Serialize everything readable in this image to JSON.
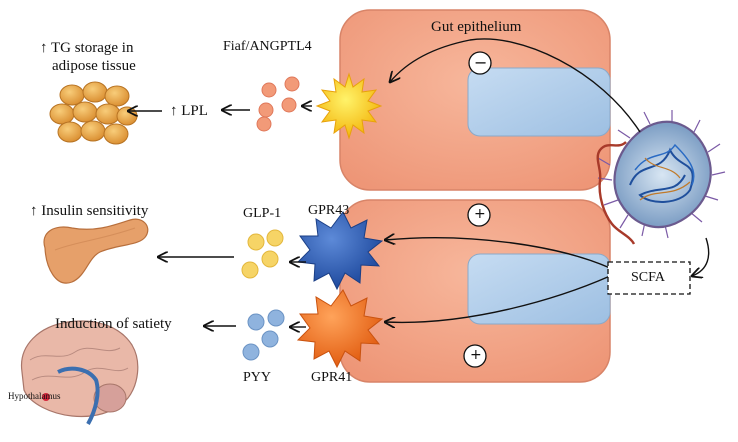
{
  "labels": {
    "gut_epithelium": "Gut epithelium",
    "fiaf": "Fiaf/ANGPTL4",
    "tg_storage_line1": "↑ TG storage in",
    "tg_storage_line2": "adipose tissue",
    "lpl": "↑ LPL",
    "insulin": "↑ Insulin sensitivity",
    "glp1": "GLP-1",
    "gpr43": "GPR43",
    "satiety": "Induction of satiety",
    "pyy": "PYY",
    "gpr41": "GPR41",
    "scfa": "SCFA",
    "hypothalamus": "Hypothalamus"
  },
  "signs": {
    "minus": "−",
    "plus_top": "+",
    "plus_bottom": "+"
  },
  "colors": {
    "epithelium": "#f2a68a",
    "nucleus": "#a9c8e8",
    "gpr43": "#2f5fb8",
    "gpr41": "#f07a2a",
    "fiaf": "#f7c51a",
    "fiaf_dots": "#f29a78",
    "glp1_dots": "#f6d466",
    "pyy_dots": "#8fb3de",
    "adipocyte": "#e9a548",
    "bacterium": "#7a9cc4"
  }
}
